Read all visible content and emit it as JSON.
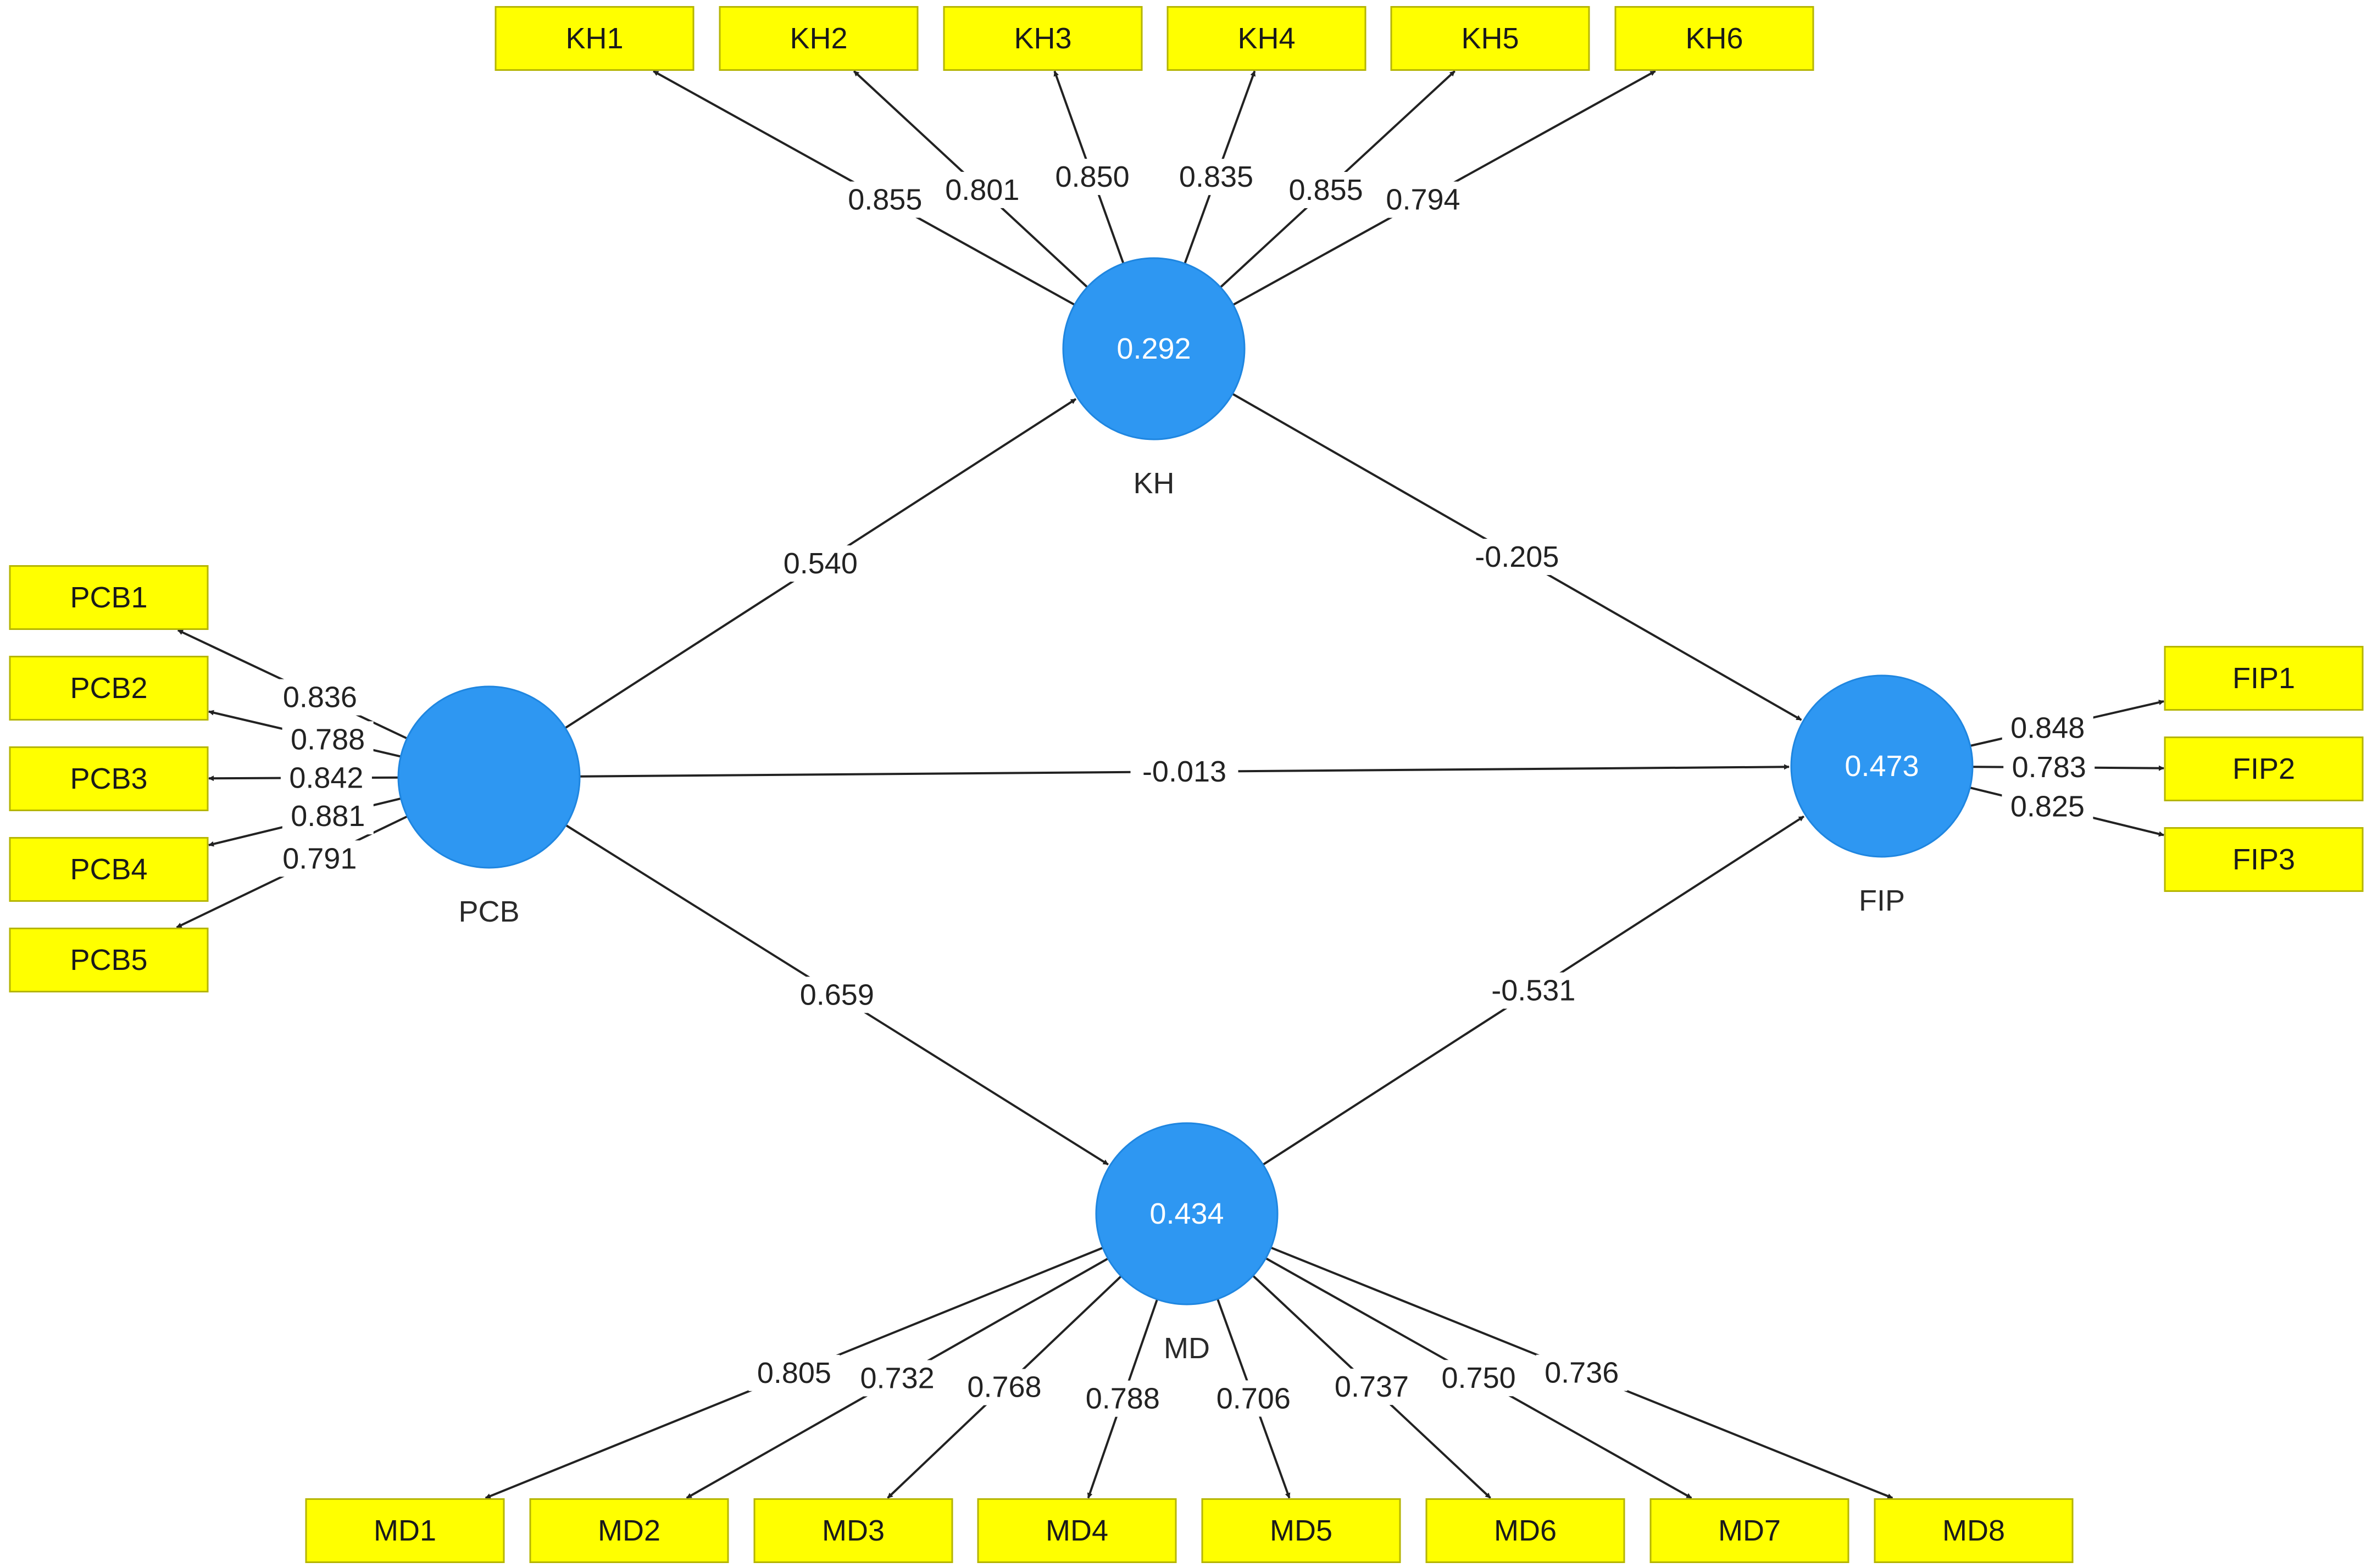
{
  "indicators": [
    {
      "id": "KH1",
      "label": "KH1"
    },
    {
      "id": "KH2",
      "label": "KH2"
    },
    {
      "id": "KH3",
      "label": "KH3"
    },
    {
      "id": "KH4",
      "label": "KH4"
    },
    {
      "id": "KH5",
      "label": "KH5"
    },
    {
      "id": "KH6",
      "label": "KH6"
    },
    {
      "id": "PCB1",
      "label": "PCB1"
    },
    {
      "id": "PCB2",
      "label": "PCB2"
    },
    {
      "id": "PCB3",
      "label": "PCB3"
    },
    {
      "id": "PCB4",
      "label": "PCB4"
    },
    {
      "id": "PCB5",
      "label": "PCB5"
    },
    {
      "id": "FIP1",
      "label": "FIP1"
    },
    {
      "id": "FIP2",
      "label": "FIP2"
    },
    {
      "id": "FIP3",
      "label": "FIP3"
    },
    {
      "id": "MD1",
      "label": "MD1"
    },
    {
      "id": "MD2",
      "label": "MD2"
    },
    {
      "id": "MD3",
      "label": "MD3"
    },
    {
      "id": "MD4",
      "label": "MD4"
    },
    {
      "id": "MD5",
      "label": "MD5"
    },
    {
      "id": "MD6",
      "label": "MD6"
    },
    {
      "id": "MD7",
      "label": "MD7"
    },
    {
      "id": "MD8",
      "label": "MD8"
    }
  ],
  "latent_variables": [
    {
      "id": "KH",
      "name": "KH",
      "r_squared": "0.292"
    },
    {
      "id": "PCB",
      "name": "PCB",
      "r_squared": ""
    },
    {
      "id": "FIP",
      "name": "FIP",
      "r_squared": "0.473"
    },
    {
      "id": "MD",
      "name": "MD",
      "r_squared": "0.434"
    }
  ],
  "outer_loadings": [
    {
      "from": "KH",
      "to": "KH1",
      "value": "0.855"
    },
    {
      "from": "KH",
      "to": "KH2",
      "value": "0.801"
    },
    {
      "from": "KH",
      "to": "KH3",
      "value": "0.850"
    },
    {
      "from": "KH",
      "to": "KH4",
      "value": "0.835"
    },
    {
      "from": "KH",
      "to": "KH5",
      "value": "0.855"
    },
    {
      "from": "KH",
      "to": "KH6",
      "value": "0.794"
    },
    {
      "from": "PCB",
      "to": "PCB1",
      "value": "0.836"
    },
    {
      "from": "PCB",
      "to": "PCB2",
      "value": "0.788"
    },
    {
      "from": "PCB",
      "to": "PCB3",
      "value": "0.842"
    },
    {
      "from": "PCB",
      "to": "PCB4",
      "value": "0.881"
    },
    {
      "from": "PCB",
      "to": "PCB5",
      "value": "0.791"
    },
    {
      "from": "FIP",
      "to": "FIP1",
      "value": "0.848"
    },
    {
      "from": "FIP",
      "to": "FIP2",
      "value": "0.783"
    },
    {
      "from": "FIP",
      "to": "FIP3",
      "value": "0.825"
    },
    {
      "from": "MD",
      "to": "MD1",
      "value": "0.805"
    },
    {
      "from": "MD",
      "to": "MD2",
      "value": "0.732"
    },
    {
      "from": "MD",
      "to": "MD3",
      "value": "0.768"
    },
    {
      "from": "MD",
      "to": "MD4",
      "value": "0.788"
    },
    {
      "from": "MD",
      "to": "MD5",
      "value": "0.706"
    },
    {
      "from": "MD",
      "to": "MD6",
      "value": "0.737"
    },
    {
      "from": "MD",
      "to": "MD7",
      "value": "0.750"
    },
    {
      "from": "MD",
      "to": "MD8",
      "value": "0.736"
    }
  ],
  "path_coefficients": [
    {
      "from": "PCB",
      "to": "KH",
      "value": "0.540"
    },
    {
      "from": "KH",
      "to": "FIP",
      "value": "-0.205"
    },
    {
      "from": "PCB",
      "to": "FIP",
      "value": "-0.013"
    },
    {
      "from": "PCB",
      "to": "MD",
      "value": "0.659"
    },
    {
      "from": "MD",
      "to": "FIP",
      "value": "-0.531"
    }
  ],
  "colors": {
    "latent_fill": "#2e97f2",
    "indicator_fill": "#ffff00",
    "edge": "#222222"
  }
}
